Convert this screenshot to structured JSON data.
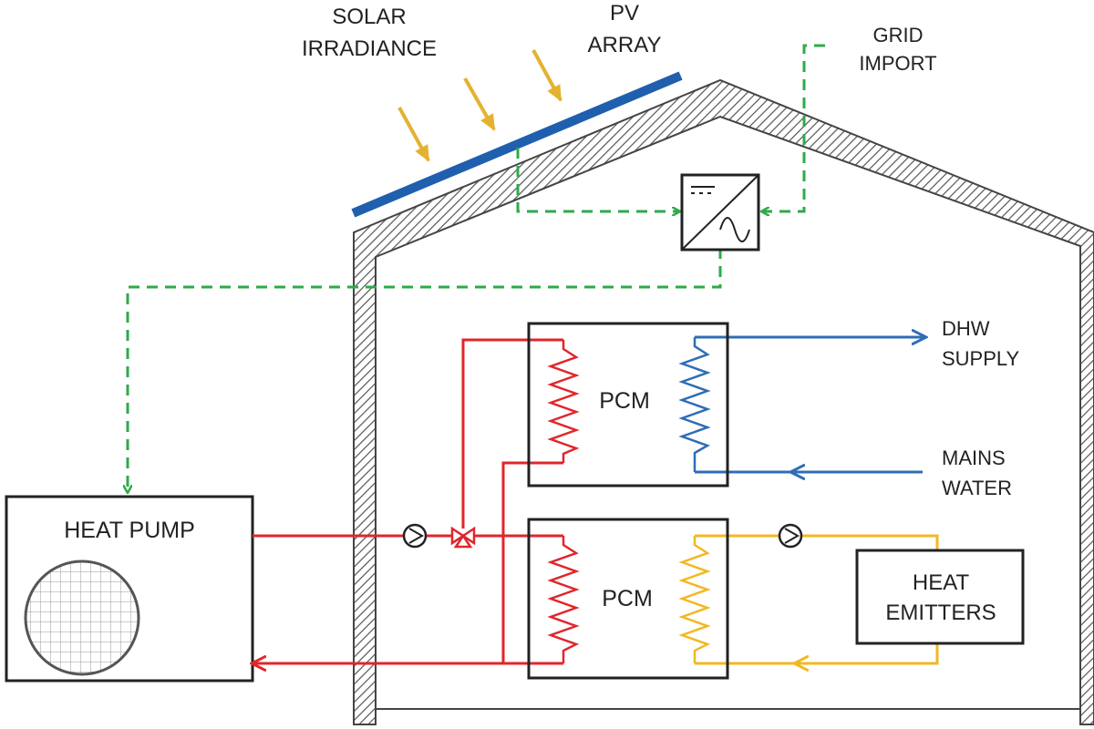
{
  "labels": {
    "solar_line1": "SOLAR",
    "solar_line2": "IRRADIANCE",
    "pv_line1": "PV",
    "pv_line2": "ARRAY",
    "grid_line1": "GRID",
    "grid_line2": "IMPORT",
    "heat_pump": "HEAT PUMP",
    "pcm_upper": "PCM",
    "pcm_lower": "PCM",
    "dhw_line1": "DHW",
    "dhw_line2": "SUPPLY",
    "mains_line1": "MAINS",
    "mains_line2": "WATER",
    "emitters_line1": "HEAT",
    "emitters_line2": "EMITTERS"
  },
  "colors": {
    "electric": "#2eaa4a",
    "hot_loop": "#e0262b",
    "dhw_loop": "#2f6db5",
    "emitter_loop": "#f2b822",
    "pv_panel": "#1f5fae",
    "sun_rays": "#e3b230",
    "wall": "#444444"
  },
  "icons": [
    "inverter-icon",
    "pump-icon",
    "valve-icon",
    "fan-grille-icon",
    "heat-exchanger-coil-icon"
  ]
}
